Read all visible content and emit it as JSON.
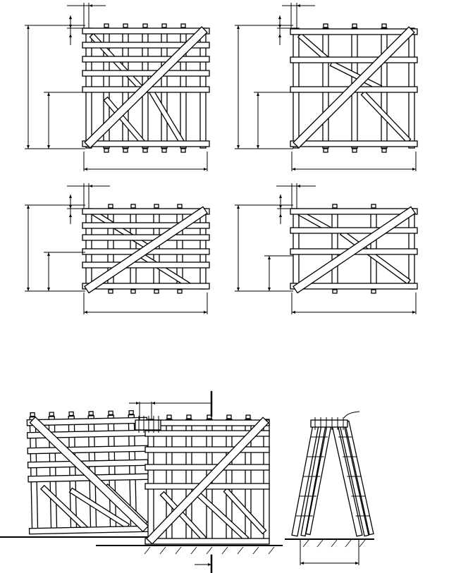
{
  "drawing": {
    "kind": "technical line drawing of timber crate / frame panels",
    "text_labels": [],
    "views": [
      "panel-top-left",
      "panel-top-right",
      "panel-middle-left",
      "panel-middle-right",
      "assembled-front-view",
      "assembled-side-view"
    ]
  }
}
